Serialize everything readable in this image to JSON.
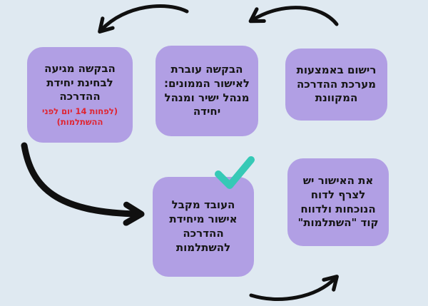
{
  "colors": {
    "bg": "#dfe9f1",
    "box": "#b19fe4",
    "text": "#161616",
    "note": "#e02430",
    "arrow": "#101010",
    "check": "#36c9b6"
  },
  "steps": {
    "register": {
      "text": "רישום באמצעות מערכת ההדרכה המקוונת"
    },
    "approval": {
      "text": "הבקשה עוברת לאישור הממונים: מנהל ישיר ומנהל יחידה"
    },
    "review": {
      "text": "הבקשה מגיעה לבחינת יחידת ההדרכה",
      "note": "(לפחות 14 יום לפני ההשתלמות)"
    },
    "confirmation": {
      "text": "העובד מקבל אישור מיחידת ההדרכה להשתלמות"
    },
    "report": {
      "text": "את האישור יש לצרף לדוח הנוכחות ולדווח קוד \"השתלמות\""
    }
  },
  "icons": {
    "checkmark": "✓"
  }
}
